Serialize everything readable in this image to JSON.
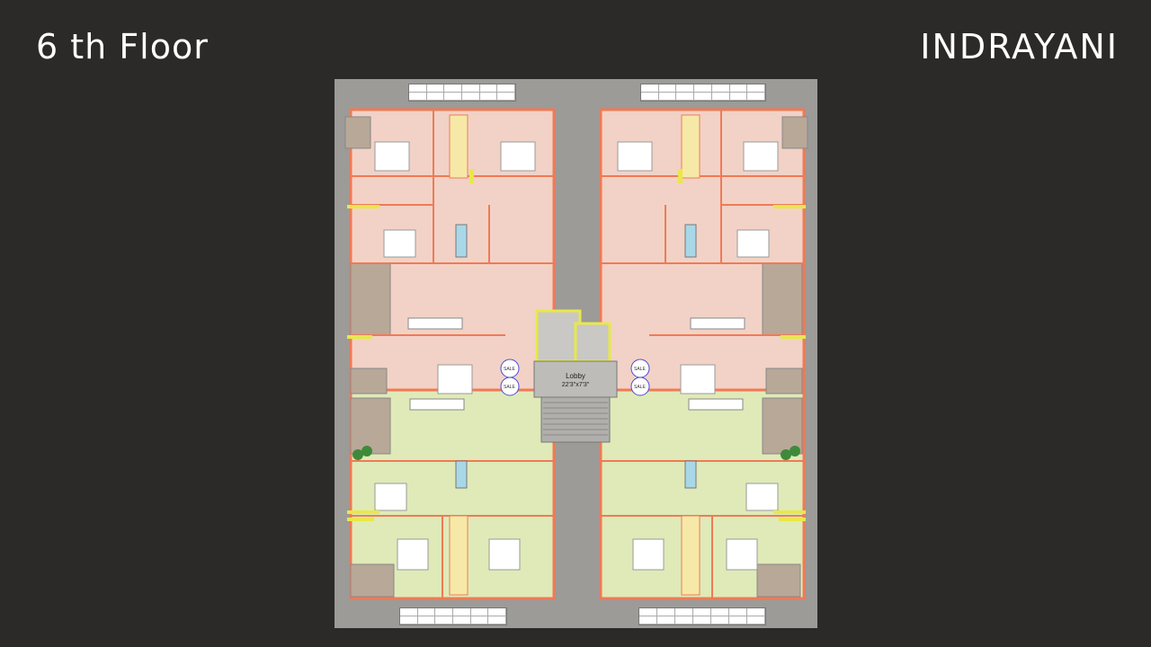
{
  "header": {
    "floor_title": "6 th Floor",
    "building_name": "INDRAYANI"
  },
  "plan": {
    "lobby_label": "Lobby",
    "lobby_size": "22'3\"x7'3\"",
    "flat_badges": [
      "SALE",
      "SALE",
      "SALE",
      "SALE"
    ],
    "colors": {
      "background": "#2b2a28",
      "plan_bg": "#9c9b98",
      "upper_flats": "#f2d2c6",
      "lower_flats": "#dfeab8",
      "walls": "#f07a55",
      "core": "#c9c8c4",
      "highlight": "#e8e84a"
    }
  }
}
